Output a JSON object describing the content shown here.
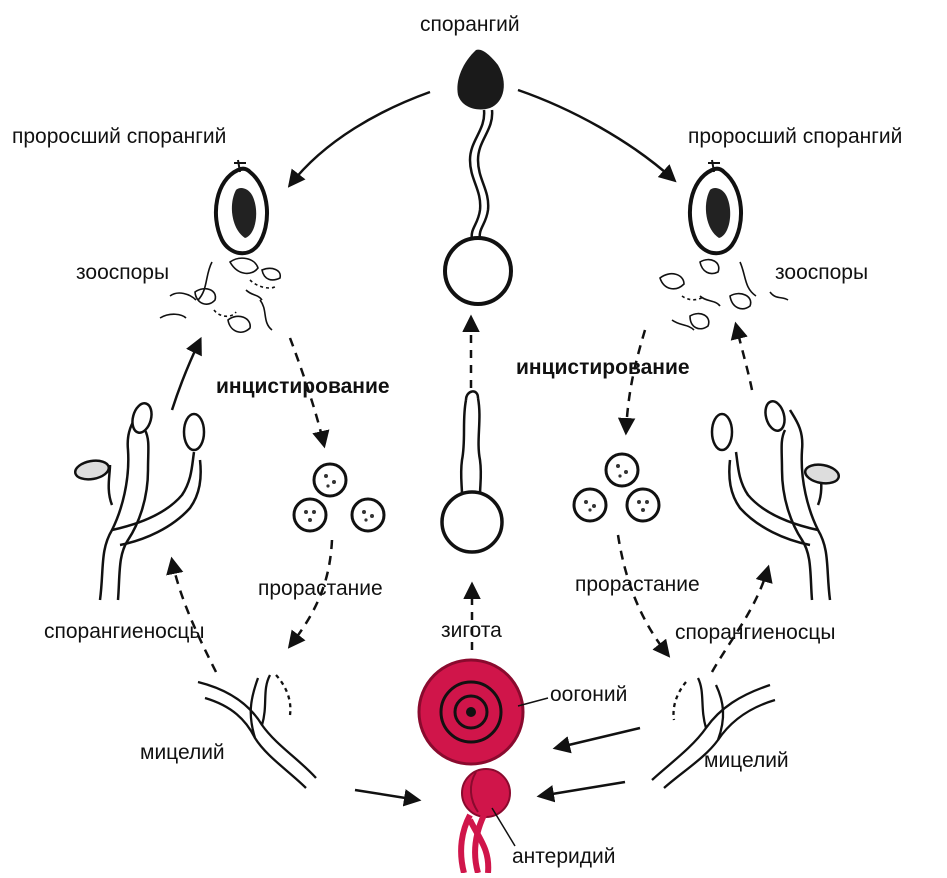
{
  "diagram": {
    "colors": {
      "ink": "#111111",
      "oogonium": "#d0154a",
      "oogonium_dark": "#8a0a2e",
      "background": "#ffffff"
    },
    "labels": {
      "sporangium": "спорангий",
      "germinated_sporangium_left": "проросший спорангий",
      "germinated_sporangium_right": "проросший спорангий",
      "zoospores_left": "зооспоры",
      "zoospores_right": "зооспоры",
      "encystment_left": "инцистирование",
      "encystment_right": "инцистирование",
      "germination_left": "прорастание",
      "germination_right": "прорастание",
      "sporangiophores_left": "спорангиеносцы",
      "sporangiophores_right": "спорангиеносцы",
      "zygote": "зигота",
      "oogonium": "оогоний",
      "mycelium_left": "мицелий",
      "mycelium_right": "мицелий",
      "antheridium": "антеридий"
    }
  }
}
